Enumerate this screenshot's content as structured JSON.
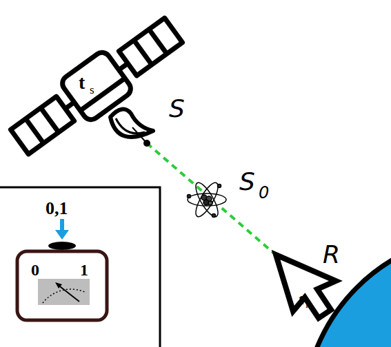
{
  "diagram": {
    "labels": [
      "t",
      "s",
      "S",
      "S",
      "0",
      "R",
      "t",
      "R",
      "0,1",
      "0",
      "1"
    ]
  }
}
